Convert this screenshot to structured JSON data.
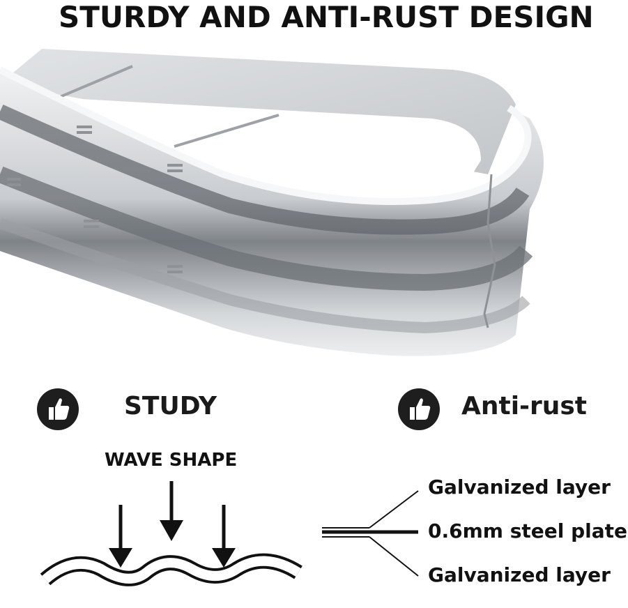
{
  "header": {
    "title": "STURDY AND ANTI-RUST DESIGN"
  },
  "features": {
    "left": {
      "label": "STUDY",
      "icon": "thumbs-up-icon"
    },
    "right": {
      "label": "Anti-rust",
      "icon": "thumbs-up-icon"
    }
  },
  "wave": {
    "label": "WAVE SHAPE"
  },
  "layers": {
    "top": "Galvanized layer",
    "middle": "0.6mm steel plate",
    "bottom": "Galvanized layer"
  },
  "colors": {
    "text": "#111111",
    "metal_light": "#e4e6e8",
    "metal_mid": "#b9bcc0",
    "metal_dark": "#6f7479"
  }
}
